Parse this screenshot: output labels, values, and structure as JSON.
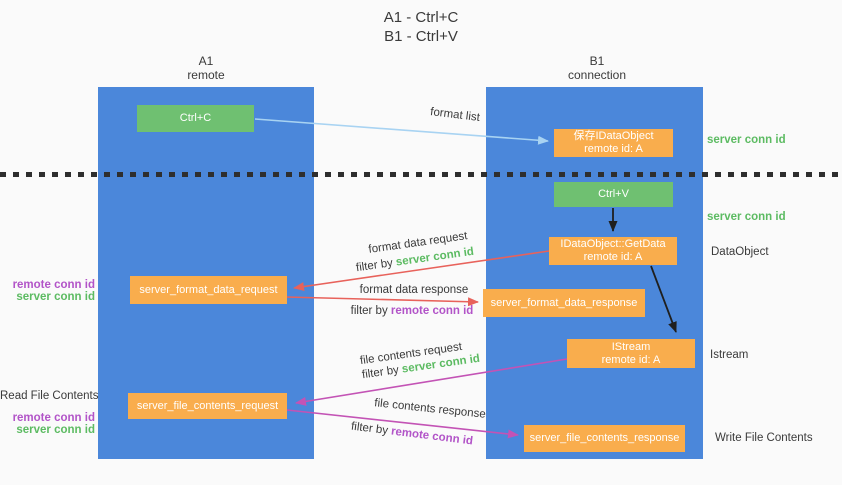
{
  "title": {
    "line1": "A1 - Ctrl+C",
    "line2": "B1 - Ctrl+V"
  },
  "lanes": {
    "left": {
      "name": "A1",
      "subtitle": "remote"
    },
    "right": {
      "name": "B1",
      "subtitle": "connection"
    }
  },
  "nodes": {
    "ctrl_c": "Ctrl+C",
    "ctrl_v": "Ctrl+V",
    "save_idataobject": {
      "line1": "保存IDataObject",
      "line2": "remote id: A"
    },
    "getdata": {
      "line1": "IDataObject::GetData",
      "line2": "remote id: A"
    },
    "istream": {
      "line1": "IStream",
      "line2": "remote id: A"
    },
    "server_format_data_request": "server_format_data_request",
    "server_format_data_response": "server_format_data_response",
    "server_file_contents_request": "server_file_contents_request",
    "server_file_contents_response": "server_file_contents_response"
  },
  "edge_labels": {
    "format_list": "format list",
    "format_data_request": "format data request",
    "format_data_response": "format data response",
    "file_contents_request": "file contents request",
    "file_contents_response": "file contents response",
    "filter_by": "filter by ",
    "server_conn_id": "server conn id",
    "remote_conn_id": "remote conn id"
  },
  "right_labels": {
    "server_conn_id_1": "server conn id",
    "server_conn_id_2": "server conn id",
    "dataobject": "DataObject",
    "istream": "Istream",
    "write_file_contents": "Write File Contents"
  },
  "left_labels": {
    "remote_conn_id_1": "remote conn id",
    "server_conn_id_1": "server conn id",
    "read_file_contents": "Read File Contents",
    "remote_conn_id_2": "remote conn id",
    "server_conn_id_2": "server conn id"
  },
  "colors": {
    "lane_blue": "#4b87da",
    "green_box": "#6fc071",
    "orange_box": "#f9ad4d",
    "arrow_light_blue": "#a8d3f2",
    "arrow_red": "#e8625b",
    "arrow_magenta": "#c353b5",
    "arrow_black": "#1f1f1f",
    "text_green": "#5cbb62",
    "text_purple": "#b254c8",
    "text_dark": "#3a3a3a",
    "background": "#fafafa"
  }
}
